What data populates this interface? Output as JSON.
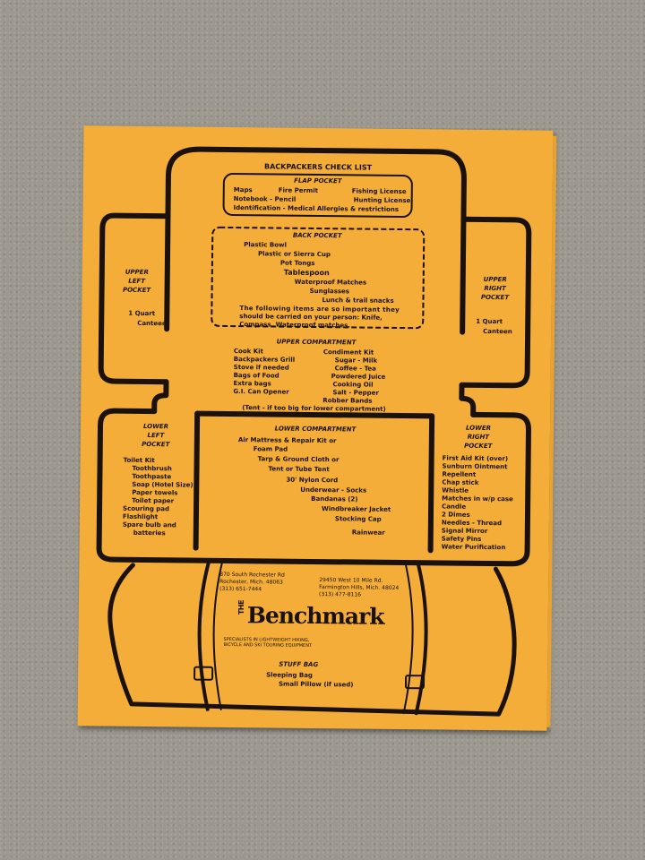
{
  "title": "BACKPACKERS CHECK LIST",
  "flap_pocket": {
    "heading": "FLAP POCKET",
    "items": [
      "Maps",
      "Fire Permit",
      "Fishing License",
      "Notebook - Pencil",
      "Hunting License",
      "Identification - Medical Allergies & restrictions"
    ]
  },
  "back_pocket": {
    "heading": "BACK POCKET",
    "items": [
      "Plastic Bowl",
      "Plastic or Sierra Cup",
      "Pot Tongs",
      "Tablespoon",
      "Waterproof Matches",
      "Sunglasses",
      "Lunch & trail snacks"
    ],
    "note_1": "The following items are so important they",
    "note_2": "should be carried on your person: Knife,",
    "note_3": "Compass, Waterproof matches."
  },
  "upper_left_pocket": {
    "heading_1": "UPPER",
    "heading_2": "LEFT",
    "heading_3": "POCKET",
    "items": [
      "1 Quart",
      "Canteen"
    ]
  },
  "upper_right_pocket": {
    "heading_1": "UPPER",
    "heading_2": "RIGHT",
    "heading_3": "POCKET",
    "items": [
      "1 Quart",
      "Canteen"
    ]
  },
  "upper_compartment": {
    "heading": "UPPER COMPARTMENT",
    "left_items": [
      "Cook Kit",
      "Backpackers Grill",
      "Stove if needed",
      "Bags of Food",
      "Extra bags",
      "G.I. Can Opener"
    ],
    "right_heading": "Condiment Kit",
    "right_items": [
      "Sugar - Milk",
      "Coffee - Tea",
      "Powdered Juice",
      "Cooking Oil",
      "Salt - Pepper"
    ],
    "rubber_bands": "Robber Bands",
    "tent_note": "(Tent - if too big for lower compartment)"
  },
  "lower_left_pocket": {
    "heading_1": "LOWER",
    "heading_2": "LEFT",
    "heading_3": "POCKET",
    "items": [
      "Toilet Kit",
      "Toothbrush",
      "Toothpaste",
      "Soap (Hotel Size)",
      "Paper towels",
      "Toilet paper",
      "Scouring pad",
      "Flashlight",
      "Spare bulb and",
      "batteries"
    ]
  },
  "lower_compartment": {
    "heading": "LOWER COMPARTMENT",
    "items": [
      "Air Mattress & Repair Kit or",
      "Foam Pad",
      "Tarp & Ground Cloth or",
      "Tent or Tube Tent",
      "30' Nylon Cord",
      "Underwear - Socks",
      "Bandanas (2)",
      "Windbreaker Jacket",
      "Stocking Cap",
      "Rainwear"
    ]
  },
  "lower_right_pocket": {
    "heading_1": "LOWER",
    "heading_2": "RIGHT",
    "heading_3": "POCKET",
    "items": [
      "First Aid Kit (over)",
      "Sunburn Ointment",
      "Repellent",
      "Chap stick",
      "Whistle",
      "Matches in w/p case",
      "Candle",
      "2 Dimes",
      "Needles - Thread",
      "Signal Mirror",
      "Safety Pins",
      "Water Purification"
    ]
  },
  "store": {
    "address_1": [
      "870 South Rochester Rd",
      "Rochester, Mich. 48063",
      "(313) 651-7444"
    ],
    "address_2": [
      "29450 West 10 Mile Rd.",
      "Farmington Hills, Mich. 48024",
      "(313) 477-8116"
    ],
    "logo_prefix": "THE",
    "logo_name": "Benchmark",
    "tagline_1": "SPECIALISTS IN LIGHTWEIGHT HIKING,",
    "tagline_2": "BICYCLE AND SKI TOURING EQUIPMENT"
  },
  "stuff_bag": {
    "heading": "STUFF BAG",
    "items": [
      "Sleeping Bag",
      "Small Pillow (if used)"
    ]
  },
  "colors": {
    "paper": "#f4ad38",
    "ink": "#1a120a",
    "carpet": "#9c9890"
  }
}
